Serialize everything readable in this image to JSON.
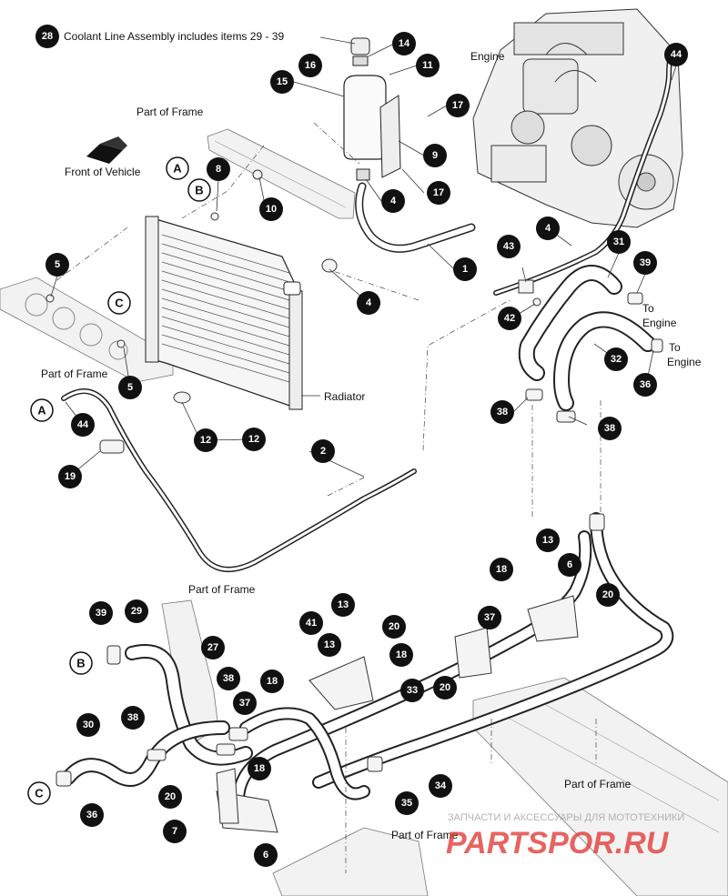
{
  "header": {
    "badge": "28",
    "note": "Coolant Line Assembly includes items 29 - 39"
  },
  "labels": {
    "engine": "Engine",
    "front_of_vehicle": "Front of Vehicle",
    "part_of_frame": "Part of Frame",
    "radiator": "Radiator",
    "to": "To",
    "engine_dest": "Engine"
  },
  "watermark": {
    "tagline": "ЗАПЧАСТИ И АКСЕССУАРЫ ДЛЯ МОТОТЕХНИКИ",
    "brand": "PARTSPOR.RU"
  },
  "callouts": [
    "1",
    "2",
    "4",
    "4",
    "4",
    "5",
    "5",
    "6",
    "6",
    "7",
    "8",
    "9",
    "10",
    "11",
    "12",
    "12",
    "13",
    "13",
    "13",
    "13",
    "14",
    "15",
    "16",
    "17",
    "17",
    "18",
    "18",
    "18",
    "18",
    "19",
    "20",
    "20",
    "20",
    "20",
    "27",
    "29",
    "30",
    "31",
    "32",
    "33",
    "34",
    "35",
    "36",
    "36",
    "37",
    "37",
    "38",
    "38",
    "38",
    "38",
    "39",
    "39",
    "41",
    "42",
    "43",
    "44",
    "44"
  ],
  "connection_letters": [
    "A",
    "A",
    "B",
    "B",
    "C",
    "C"
  ],
  "colors": {
    "callout_fill": "#111111",
    "callout_text": "#ffffff",
    "line": "#222222",
    "watermark_red": "#e0312d",
    "watermark_gray": "#9a9a9a"
  }
}
